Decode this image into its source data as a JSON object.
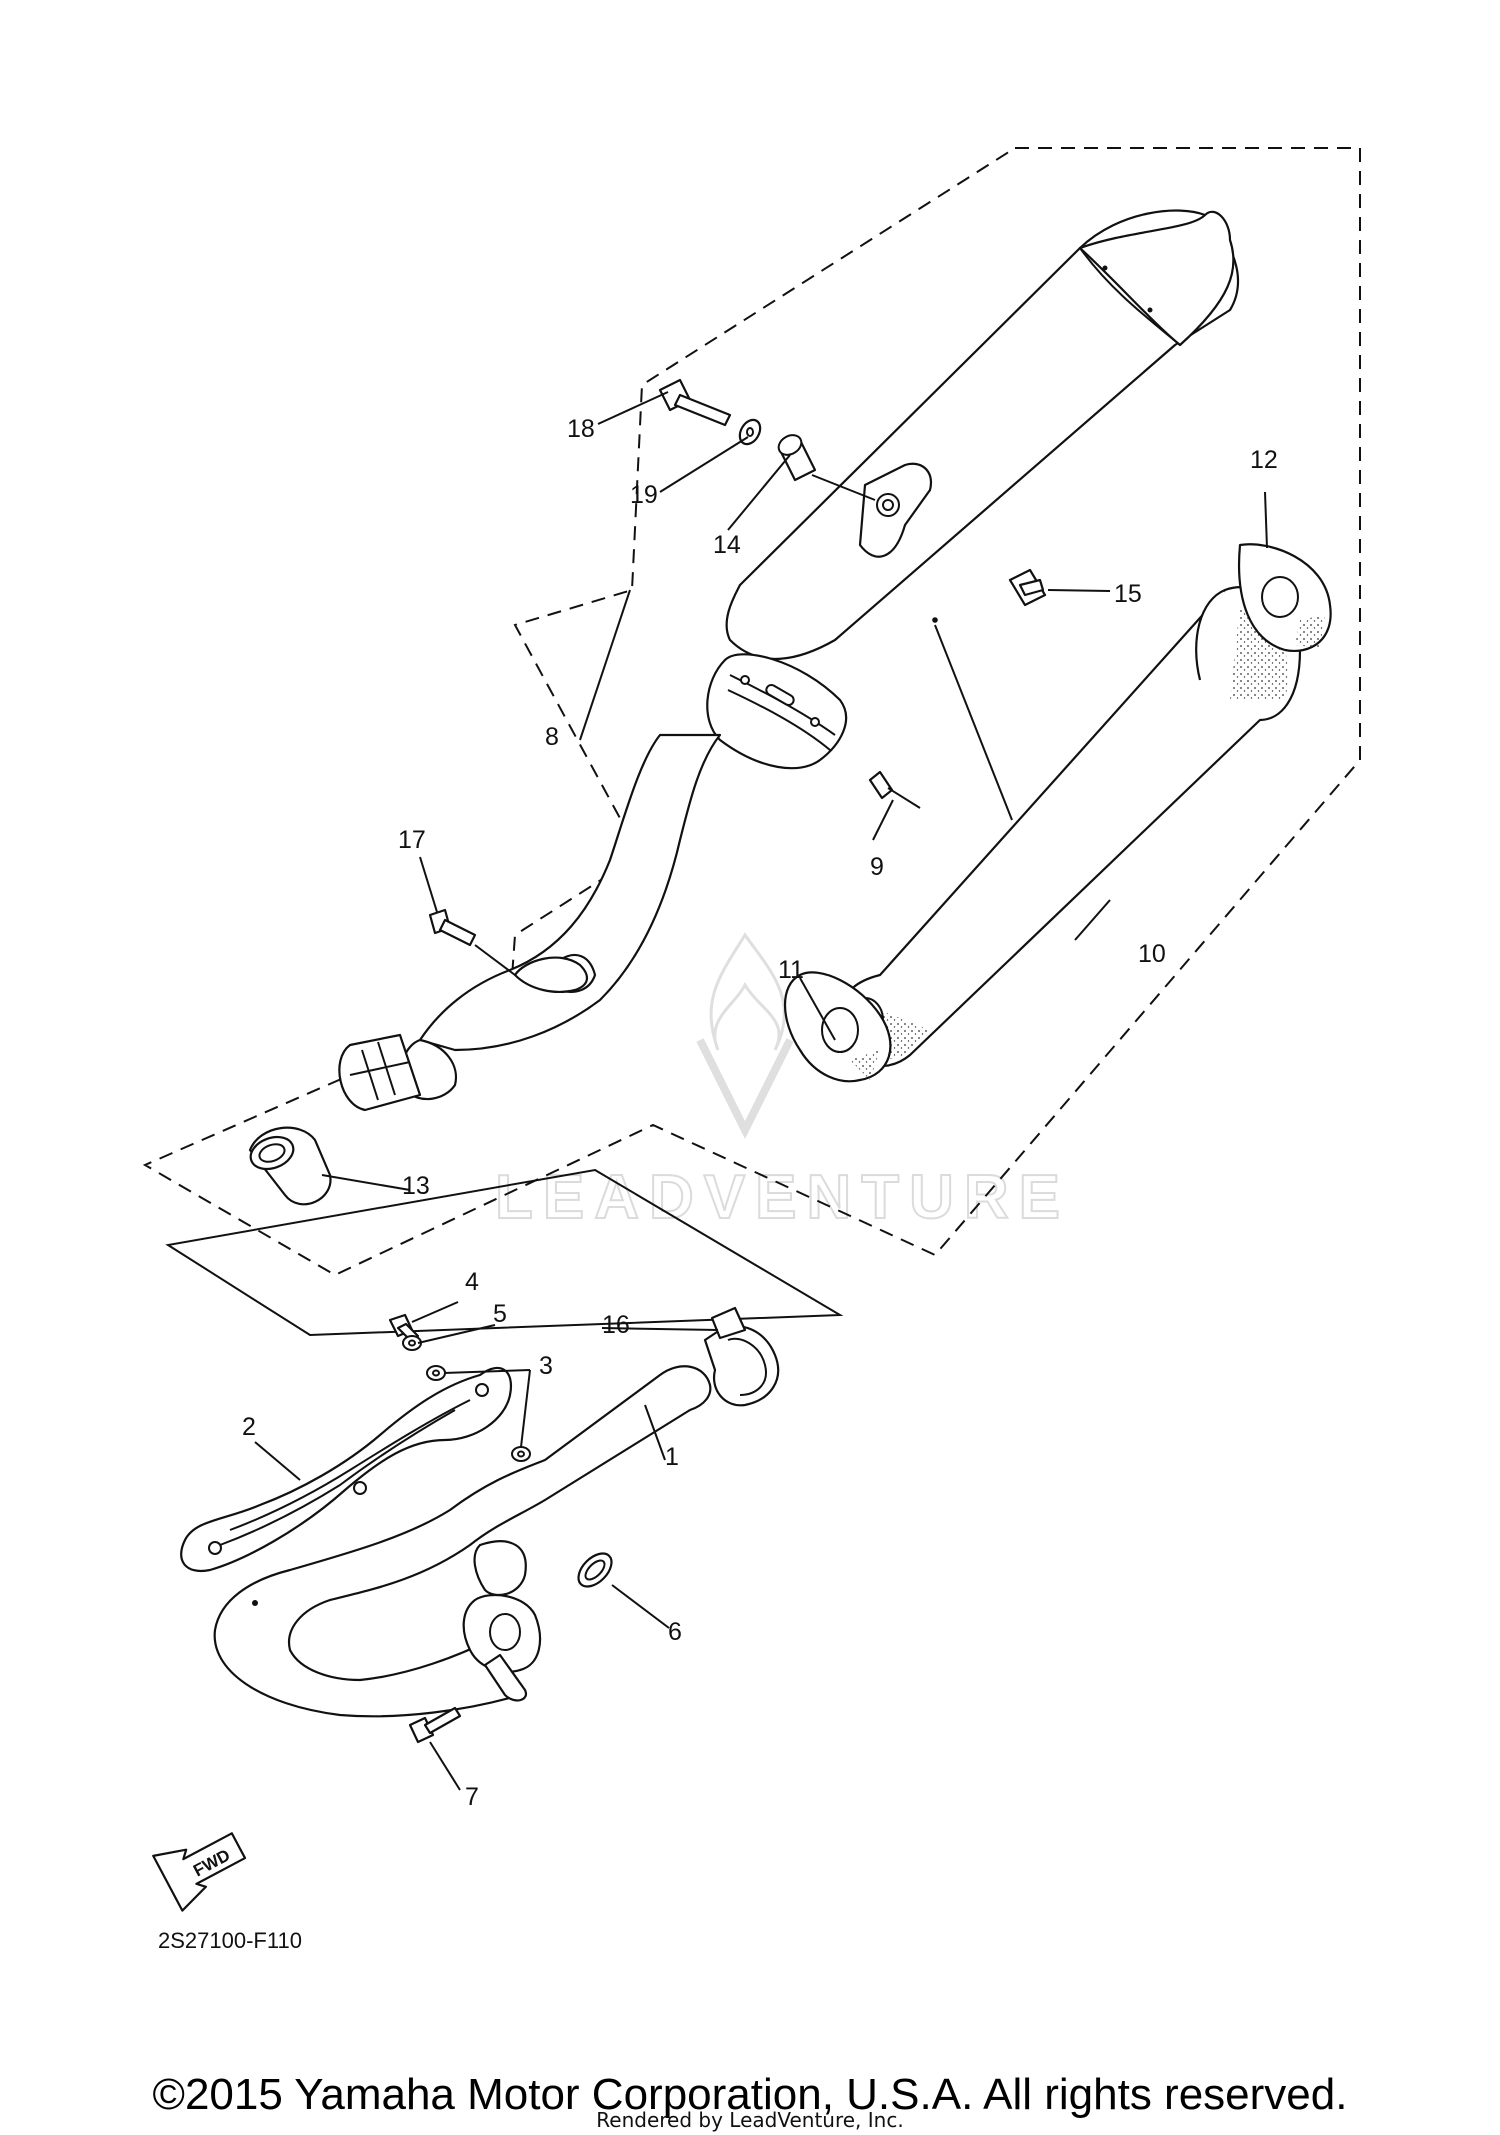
{
  "diagram": {
    "part_numbers": [
      "1",
      "2",
      "3",
      "4",
      "5",
      "6",
      "7",
      "8",
      "9",
      "10",
      "11",
      "12",
      "13",
      "14",
      "15",
      "16",
      "17",
      "18",
      "19"
    ],
    "diagram_code": "2S27100-F110",
    "fwd_badge": "FWD",
    "watermark": "LEADVENTURE"
  },
  "footer": {
    "copyright": "©2015 Yamaha Motor Corporation, U.S.A. All rights reserved.",
    "rendered_by": "Rendered by LeadVenture, Inc."
  }
}
